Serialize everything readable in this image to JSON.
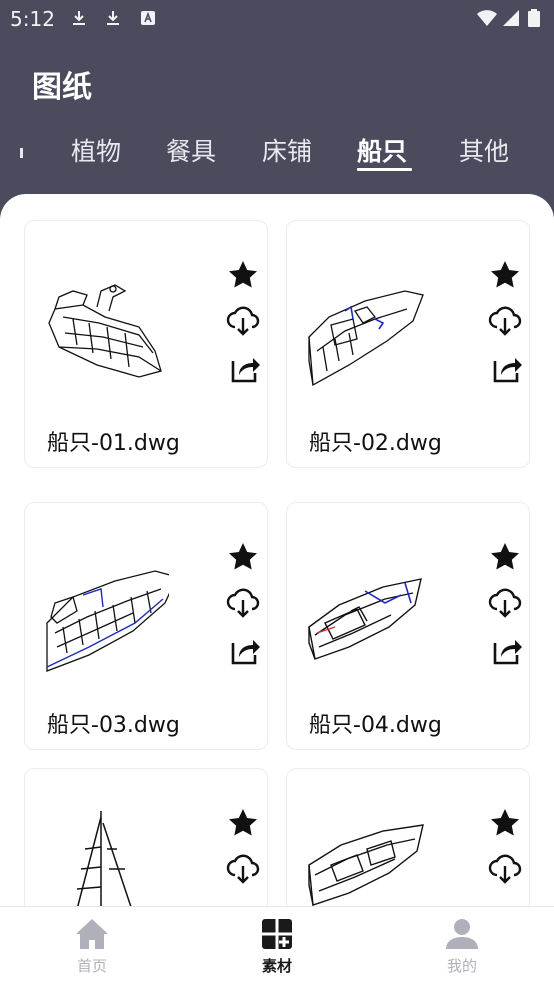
{
  "status_bar": {
    "time": "5:12",
    "icons": [
      "download-icon",
      "download-icon",
      "a-badge-icon",
      "wifi-icon",
      "signal-icon",
      "battery-icon"
    ]
  },
  "header": {
    "title": "图纸"
  },
  "tabs": [
    {
      "label": "植物",
      "active": false
    },
    {
      "label": "餐具",
      "active": false
    },
    {
      "label": "床铺",
      "active": false
    },
    {
      "label": "船只",
      "active": true
    },
    {
      "label": "其他",
      "active": false
    }
  ],
  "cards": [
    {
      "name": "船只-01.dwg",
      "thumb": "jetski"
    },
    {
      "name": "船只-02.dwg",
      "thumb": "speedboat"
    },
    {
      "name": "船只-03.dwg",
      "thumb": "yacht"
    },
    {
      "name": "船只-04.dwg",
      "thumb": "rowboat"
    },
    {
      "name": "",
      "thumb": "sailboat"
    },
    {
      "name": "",
      "thumb": "dinghy"
    }
  ],
  "card_actions": [
    "star-icon",
    "cloud-download-icon",
    "share-icon"
  ],
  "bottom_nav": [
    {
      "label": "首页",
      "icon": "home-icon",
      "active": false
    },
    {
      "label": "素材",
      "icon": "grid-plus-icon",
      "active": true
    },
    {
      "label": "我的",
      "icon": "user-icon",
      "active": false
    }
  ],
  "colors": {
    "header_bg": "#4a4b5c",
    "sheet_bg": "#ffffff",
    "inactive_nav": "#b0b0bb",
    "drawing_accent": "#1f2bb8"
  }
}
